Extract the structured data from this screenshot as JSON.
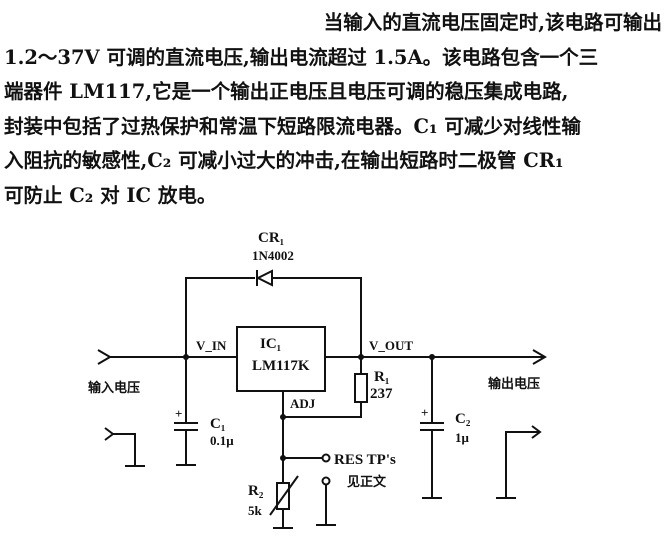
{
  "paragraph": {
    "lines": [
      "当输入的直流电压固定时,该电路可输出",
      "1.2～37V 可调的直流电压,输出电流超过 1.5A。该电路包含一个三",
      "端器件 LM117,它是一个输出正电压且电压可调的稳压集成电路,",
      "封装中包括了过热保护和常温下短路限流电器。C₁ 可减少对线性输",
      "入阻抗的敏感性,C₂ 可减小过大的冲击,在输出短路时二极管 CR₁",
      "可防止 C₂ 对 IC 放电。"
    ]
  },
  "circuit": {
    "diode_ref": "CR₁",
    "diode_part": "1N4002",
    "ic_ref": "IC₁",
    "ic_part": "LM117K",
    "vin_label": "V_IN",
    "vout_label": "V_OUT",
    "adj_label": "ADJ",
    "input_label": "输入电压",
    "output_label": "输出电压",
    "c1_ref": "C₁",
    "c1_value": "0.1μ",
    "c2_ref": "C₂",
    "c2_value": "1μ",
    "r1_ref": "R₁",
    "r1_value": "237",
    "r2_ref": "R₂",
    "r2_value": "5k",
    "testpoint_label": "RES TP's",
    "testpoint_note": "见正文",
    "plus_sign": "+"
  }
}
